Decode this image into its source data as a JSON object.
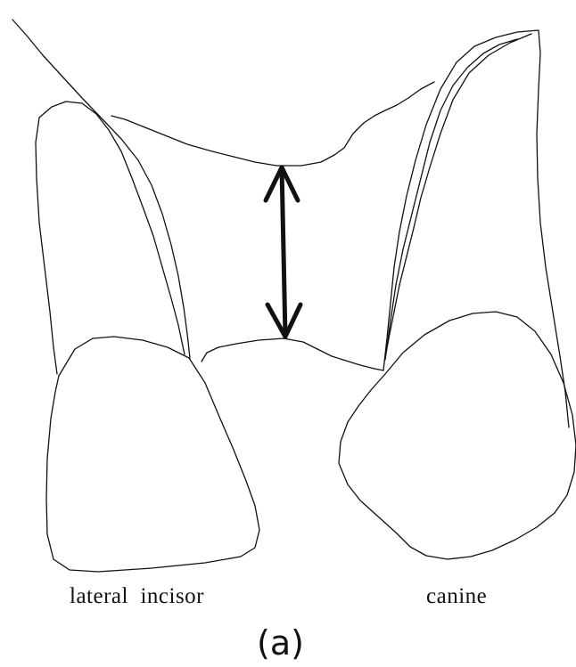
{
  "labels": {
    "left_tooth": "lateral  incisor",
    "right_tooth": "canine"
  },
  "caption": "(a)",
  "colors": {
    "line": "#111111",
    "background": "#ffffff"
  }
}
